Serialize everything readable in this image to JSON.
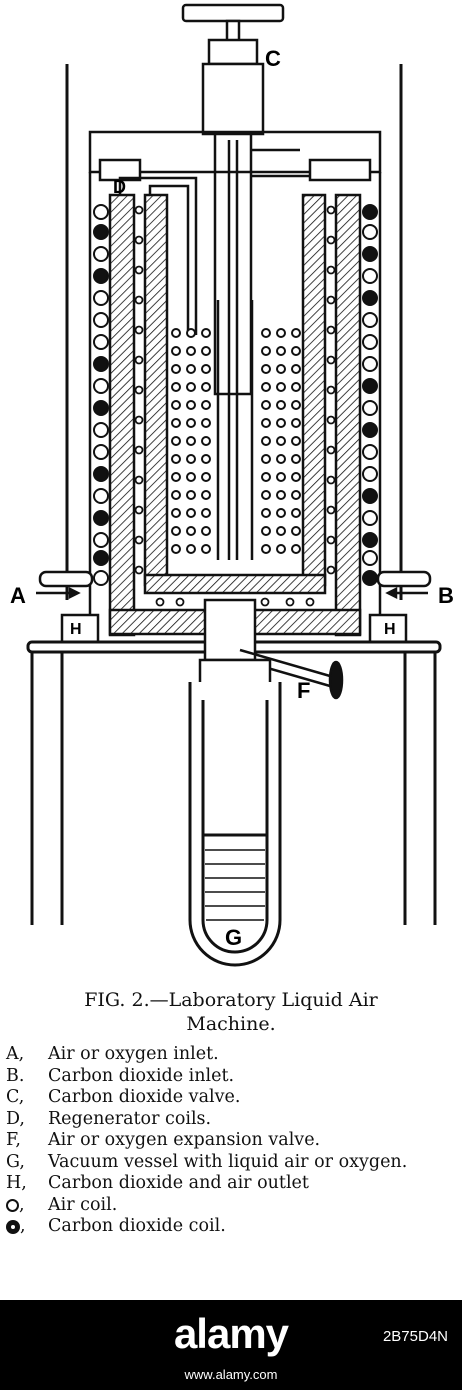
{
  "labels": {
    "a": "A",
    "b": "B",
    "c": "C",
    "d": "D",
    "f": "F",
    "g": "G",
    "h": "H"
  },
  "caption": {
    "line1": "FIG. 2.—Laboratory Liquid Air",
    "line2": "Machine."
  },
  "legend": [
    {
      "key": "A,",
      "text": "Air or oxygen inlet."
    },
    {
      "key": "B.",
      "text": "Carbon dioxide inlet."
    },
    {
      "key": "C,",
      "text": "Carbon dioxide valve."
    },
    {
      "key": "D,",
      "text": "Regenerator coils."
    },
    {
      "key": "F,",
      "text": "Air or oxygen expansion valve."
    },
    {
      "key": "G,",
      "text": "Vacuum vessel with liquid air or oxygen."
    },
    {
      "key": "H,",
      "text": "Carbon dioxide and air outlet"
    },
    {
      "key": ",",
      "icon": "open-circle-icon",
      "text": "Air coil."
    },
    {
      "key": ",",
      "icon": "filled-circle-icon",
      "text": "Carbon dioxide coil."
    }
  ],
  "footer": {
    "brand": "alamy",
    "image_id": "2B75D4N",
    "site": "www.alamy.com"
  }
}
